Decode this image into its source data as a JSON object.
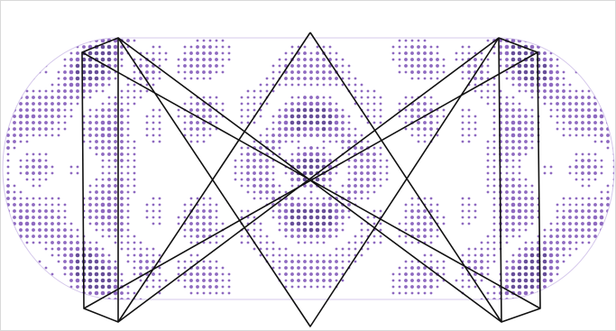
{
  "figure": {
    "kind": "stadium billiard eigenmode with periodic orbits",
    "colors": {
      "background": "#ffffff",
      "frame": "#d9d9d9",
      "dot_primary": "#7a4fb5",
      "dot_secondary": "#c45cc0",
      "dot_dark": "#4b2e86",
      "orbit": "#111111"
    },
    "icons": [
      "stadium-boundary",
      "orbit-lines",
      "pattern-dots"
    ]
  }
}
